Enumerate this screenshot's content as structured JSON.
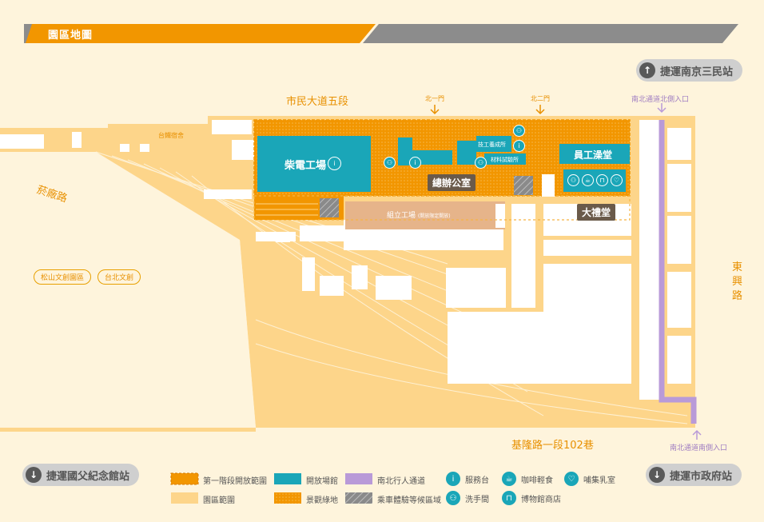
{
  "header": {
    "title": "園區地圖"
  },
  "metro": {
    "north": "捷運南京三民站",
    "west": "捷運國父紀念館站",
    "east": "捷運市政府站"
  },
  "roads": {
    "north": "市民大道五段",
    "west": "菸廠路",
    "east": "東興路",
    "south": "基隆路一段102巷"
  },
  "gates": {
    "north1": "北一門",
    "north2": "北二門",
    "purple_north": "南北通道北側入口",
    "purple_south": "南北通道南側入口"
  },
  "places": {
    "railway_dorm": "台鐵宿舍",
    "songshan": "松山文創園區",
    "taipei_wenchuang": "台北文創",
    "power_factory": "柴電工場",
    "office": "總辦公室",
    "bathhouse": "員工澡堂",
    "hall": "大禮堂",
    "assembly": "組立工場",
    "assembly_note": "(開放限定開放)",
    "tech_center": "技工養成所",
    "material_lab": "材料試驗所"
  },
  "legend": {
    "phase1": "第一階段開放範圍",
    "open_venue": "開放場館",
    "pedestrian": "南北行人通道",
    "service": "服務台",
    "cafe": "咖啡輕食",
    "nursing": "哺集乳室",
    "park": "園區範圍",
    "landscape": "景觀綠地",
    "waiting": "乘車體驗等候區域",
    "restroom": "洗手間",
    "shop": "博物館商店"
  },
  "icons": {
    "info": "info-icon",
    "restroom": "restroom-icon",
    "cafe": "cafe-icon",
    "shop": "shop-icon",
    "nursing": "nursing-icon",
    "arrow_up": "arrow-up-icon",
    "arrow_down": "arrow-down-icon"
  },
  "colors": {
    "background": "#fef4dc",
    "park": "#fdd58a",
    "orange": "#f29600",
    "teal": "#1aa6b8",
    "purple": "#b99ad8",
    "building": "#ffffff",
    "assembly": "#e6b48a",
    "banner_gray": "#8c8c8c"
  }
}
